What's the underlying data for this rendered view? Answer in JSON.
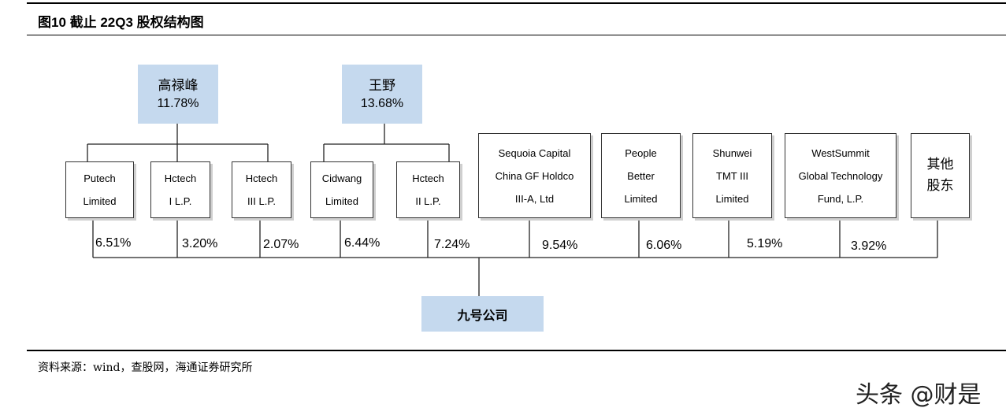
{
  "title": "图10 截止 22Q3 股权结构图",
  "top_holders": [
    {
      "name": "高禄峰",
      "pct": "11.78%"
    },
    {
      "name": "王野",
      "pct": "13.68%"
    }
  ],
  "entities": [
    {
      "lines": [
        "Putech",
        "Limited"
      ],
      "pct": "6.51%"
    },
    {
      "lines": [
        "Hctech",
        "I L.P."
      ],
      "pct": "3.20%"
    },
    {
      "lines": [
        "Hctech",
        "III L.P."
      ],
      "pct": "2.07%"
    },
    {
      "lines": [
        "Cidwang",
        "Limited"
      ],
      "pct": "6.44%"
    },
    {
      "lines": [
        "Hctech",
        "II L.P."
      ],
      "pct": "7.24%"
    },
    {
      "lines": [
        "Sequoia Capital",
        "China GF Holdco",
        "III-A, Ltd"
      ],
      "pct": "9.54%"
    },
    {
      "lines": [
        "People",
        "Better",
        "Limited"
      ],
      "pct": "6.06%"
    },
    {
      "lines": [
        "Shunwei",
        "TMT III",
        "Limited"
      ],
      "pct": "5.19%"
    },
    {
      "lines": [
        "WestSummit",
        "Global Technology",
        "Fund, L.P."
      ],
      "pct": "3.92%"
    },
    {
      "lines": [
        "其他",
        "股东"
      ],
      "pct": ""
    }
  ],
  "company": "九号公司",
  "source": "资料来源：wind，查股网，海通证券研究所",
  "watermark": "头条 @财是"
}
